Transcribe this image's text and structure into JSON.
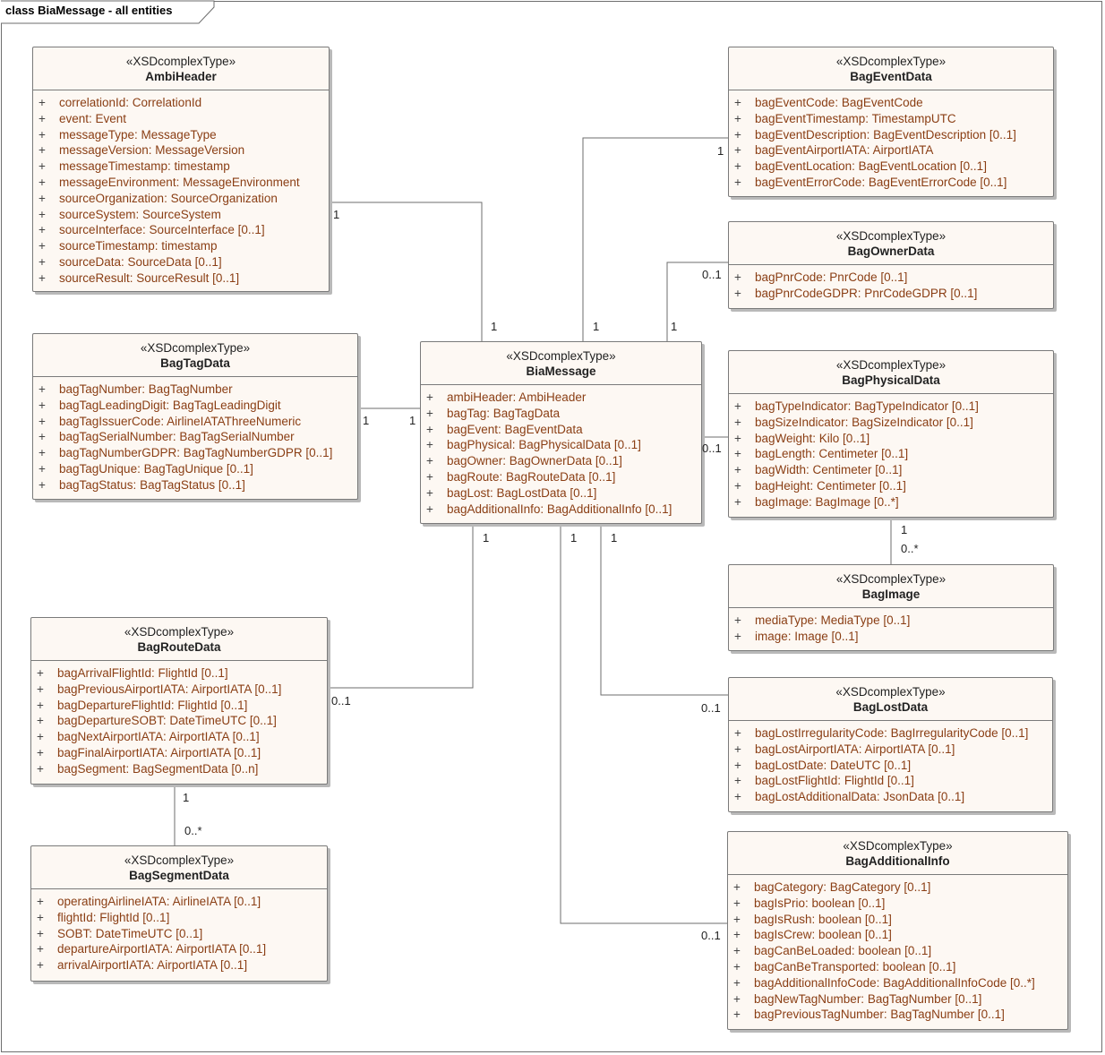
{
  "diagram": {
    "title": "class BiaMessage - all entities"
  },
  "classes": {
    "ambiHeader": {
      "stereotype": "«XSDcomplexType»",
      "name": "AmbiHeader",
      "attributes": [
        {
          "vis": "+",
          "text": "correlationId: CorrelationId"
        },
        {
          "vis": "+",
          "text": "event: Event"
        },
        {
          "vis": "+",
          "text": "messageType: MessageType"
        },
        {
          "vis": "+",
          "text": "messageVersion: MessageVersion"
        },
        {
          "vis": "+",
          "text": "messageTimestamp: timestamp"
        },
        {
          "vis": "+",
          "text": "messageEnvironment: MessageEnvironment"
        },
        {
          "vis": "+",
          "text": "sourceOrganization: SourceOrganization"
        },
        {
          "vis": "+",
          "text": "sourceSystem: SourceSystem"
        },
        {
          "vis": "+",
          "text": "sourceInterface: SourceInterface [0..1]"
        },
        {
          "vis": "+",
          "text": "sourceTimestamp: timestamp"
        },
        {
          "vis": "+",
          "text": "sourceData: SourceData [0..1]"
        },
        {
          "vis": "+",
          "text": "sourceResult: SourceResult [0..1]"
        }
      ]
    },
    "bagTagData": {
      "stereotype": "«XSDcomplexType»",
      "name": "BagTagData",
      "attributes": [
        {
          "vis": "+",
          "text": "bagTagNumber: BagTagNumber"
        },
        {
          "vis": "+",
          "text": "bagTagLeadingDigit: BagTagLeadingDigit"
        },
        {
          "vis": "+",
          "text": "bagTagIssuerCode: AirlineIATAThreeNumeric"
        },
        {
          "vis": "+",
          "text": "bagTagSerialNumber: BagTagSerialNumber"
        },
        {
          "vis": "+",
          "text": "bagTagNumberGDPR: BagTagNumberGDPR [0..1]"
        },
        {
          "vis": "+",
          "text": "bagTagUnique: BagTagUnique [0..1]"
        },
        {
          "vis": "+",
          "text": "bagTagStatus: BagTagStatus [0..1]"
        }
      ]
    },
    "biaMessage": {
      "stereotype": "«XSDcomplexType»",
      "name": "BiaMessage",
      "attributes": [
        {
          "vis": "+",
          "text": "ambiHeader: AmbiHeader"
        },
        {
          "vis": "+",
          "text": "bagTag: BagTagData"
        },
        {
          "vis": "+",
          "text": "bagEvent: BagEventData"
        },
        {
          "vis": "+",
          "text": "bagPhysical: BagPhysicalData [0..1]"
        },
        {
          "vis": "+",
          "text": "bagOwner: BagOwnerData [0..1]"
        },
        {
          "vis": "+",
          "text": "bagRoute: BagRouteData [0..1]"
        },
        {
          "vis": "+",
          "text": "bagLost: BagLostData [0..1]"
        },
        {
          "vis": "+",
          "text": "bagAdditionalInfo: BagAdditionalInfo [0..1]"
        }
      ]
    },
    "bagEventData": {
      "stereotype": "«XSDcomplexType»",
      "name": "BagEventData",
      "attributes": [
        {
          "vis": "+",
          "text": "bagEventCode: BagEventCode"
        },
        {
          "vis": "+",
          "text": "bagEventTimestamp: TimestampUTC"
        },
        {
          "vis": "+",
          "text": "bagEventDescription: BagEventDescription [0..1]"
        },
        {
          "vis": "+",
          "text": "bagEventAirportIATA: AirportIATA"
        },
        {
          "vis": "+",
          "text": "bagEventLocation: BagEventLocation [0..1]"
        },
        {
          "vis": "+",
          "text": "bagEventErrorCode: BagEventErrorCode [0..1]"
        }
      ]
    },
    "bagOwnerData": {
      "stereotype": "«XSDcomplexType»",
      "name": "BagOwnerData",
      "attributes": [
        {
          "vis": "+",
          "text": "bagPnrCode: PnrCode [0..1]"
        },
        {
          "vis": "+",
          "text": "bagPnrCodeGDPR: PnrCodeGDPR [0..1]"
        }
      ]
    },
    "bagPhysicalData": {
      "stereotype": "«XSDcomplexType»",
      "name": "BagPhysicalData",
      "attributes": [
        {
          "vis": "+",
          "text": "bagTypeIndicator: BagTypeIndicator [0..1]"
        },
        {
          "vis": "+",
          "text": "bagSizeIndicator: BagSizeIndicator [0..1]"
        },
        {
          "vis": "+",
          "text": "bagWeight: Kilo [0..1]"
        },
        {
          "vis": "+",
          "text": "bagLength: Centimeter [0..1]"
        },
        {
          "vis": "+",
          "text": "bagWidth: Centimeter [0..1]"
        },
        {
          "vis": "+",
          "text": "bagHeight: Centimeter [0..1]"
        },
        {
          "vis": "+",
          "text": "bagImage: BagImage [0..*]"
        }
      ]
    },
    "bagImage": {
      "stereotype": "«XSDcomplexType»",
      "name": "BagImage",
      "attributes": [
        {
          "vis": "+",
          "text": "mediaType: MediaType [0..1]"
        },
        {
          "vis": "+",
          "text": "image: Image [0..1]"
        }
      ]
    },
    "bagRouteData": {
      "stereotype": "«XSDcomplexType»",
      "name": "BagRouteData",
      "attributes": [
        {
          "vis": "+",
          "text": "bagArrivalFlightId: FlightId [0..1]"
        },
        {
          "vis": "+",
          "text": "bagPreviousAirportIATA: AirportIATA [0..1]"
        },
        {
          "vis": "+",
          "text": "bagDepartureFlightId: FlightId [0..1]"
        },
        {
          "vis": "+",
          "text": "bagDepartureSOBT: DateTimeUTC [0..1]"
        },
        {
          "vis": "+",
          "text": "bagNextAirportIATA: AirportIATA [0..1]"
        },
        {
          "vis": "+",
          "text": "bagFinalAirportIATA: AirportIATA [0..1]"
        },
        {
          "vis": "+",
          "text": "bagSegment: BagSegmentData [0..n]"
        }
      ]
    },
    "bagSegmentData": {
      "stereotype": "«XSDcomplexType»",
      "name": "BagSegmentData",
      "attributes": [
        {
          "vis": "+",
          "text": "operatingAirlineIATA: AirlineIATA [0..1]"
        },
        {
          "vis": "+",
          "text": "flightId: FlightId [0..1]"
        },
        {
          "vis": "+",
          "text": "SOBT: DateTimeUTC [0..1]"
        },
        {
          "vis": "+",
          "text": "departureAirportIATA: AirportIATA [0..1]"
        },
        {
          "vis": "+",
          "text": "arrivalAirportIATA: AirportIATA [0..1]"
        }
      ]
    },
    "bagLostData": {
      "stereotype": "«XSDcomplexType»",
      "name": "BagLostData",
      "attributes": [
        {
          "vis": "+",
          "text": "bagLostIrregularityCode: BagIrregularityCode [0..1]"
        },
        {
          "vis": "+",
          "text": "bagLostAirportIATA: AirportIATA [0..1]"
        },
        {
          "vis": "+",
          "text": "bagLostDate: DateUTC [0..1]"
        },
        {
          "vis": "+",
          "text": "bagLostFlightId: FlightId [0..1]"
        },
        {
          "vis": "+",
          "text": "bagLostAdditionalData: JsonData [0..1]"
        }
      ]
    },
    "bagAdditionalInfo": {
      "stereotype": "«XSDcomplexType»",
      "name": "BagAdditionalInfo",
      "attributes": [
        {
          "vis": "+",
          "text": "bagCategory: BagCategory [0..1]"
        },
        {
          "vis": "+",
          "text": "bagIsPrio: boolean [0..1]"
        },
        {
          "vis": "+",
          "text": "bagIsRush: boolean [0..1]"
        },
        {
          "vis": "+",
          "text": "bagIsCrew: boolean [0..1]"
        },
        {
          "vis": "+",
          "text": "bagCanBeLoaded: boolean [0..1]"
        },
        {
          "vis": "+",
          "text": "bagCanBeTransported: boolean [0..1]"
        },
        {
          "vis": "+",
          "text": "bagAdditionalInfoCode: BagAdditionalInfoCode [0..*]"
        },
        {
          "vis": "+",
          "text": "bagNewTagNumber: BagTagNumber [0..1]"
        },
        {
          "vis": "+",
          "text": "bagPreviousTagNumber: BagTagNumber [0..1]"
        }
      ]
    }
  },
  "associations": [
    {
      "id": "ambiheader",
      "from": "BiaMessage",
      "to": "AmbiHeader",
      "source_mult": "1",
      "target_mult": "1"
    },
    {
      "id": "bagtag",
      "from": "BiaMessage",
      "to": "BagTagData",
      "source_mult": "1",
      "target_mult": "1"
    },
    {
      "id": "bagevent",
      "from": "BiaMessage",
      "to": "BagEventData",
      "source_mult": "1",
      "target_mult": "1"
    },
    {
      "id": "bagowner",
      "from": "BiaMessage",
      "to": "BagOwnerData",
      "source_mult": "1",
      "target_mult": "0..1"
    },
    {
      "id": "bagphysical",
      "from": "BiaMessage",
      "to": "BagPhysicalData",
      "source_mult": "",
      "target_mult": "0..1"
    },
    {
      "id": "bagimage",
      "from": "BagPhysicalData",
      "to": "BagImage",
      "source_mult": "1",
      "target_mult": "0..*"
    },
    {
      "id": "bagroute",
      "from": "BiaMessage",
      "to": "BagRouteData",
      "source_mult": "1",
      "target_mult": "0..1"
    },
    {
      "id": "baglost",
      "from": "BiaMessage",
      "to": "BagLostData",
      "source_mult": "1",
      "target_mult": "0..1"
    },
    {
      "id": "bagadditional",
      "from": "BiaMessage",
      "to": "BagAdditionalInfo",
      "source_mult": "1",
      "target_mult": "0..1"
    },
    {
      "id": "bagsegment",
      "from": "BagRouteData",
      "to": "BagSegmentData",
      "source_mult": "1",
      "target_mult": "0..*"
    }
  ]
}
